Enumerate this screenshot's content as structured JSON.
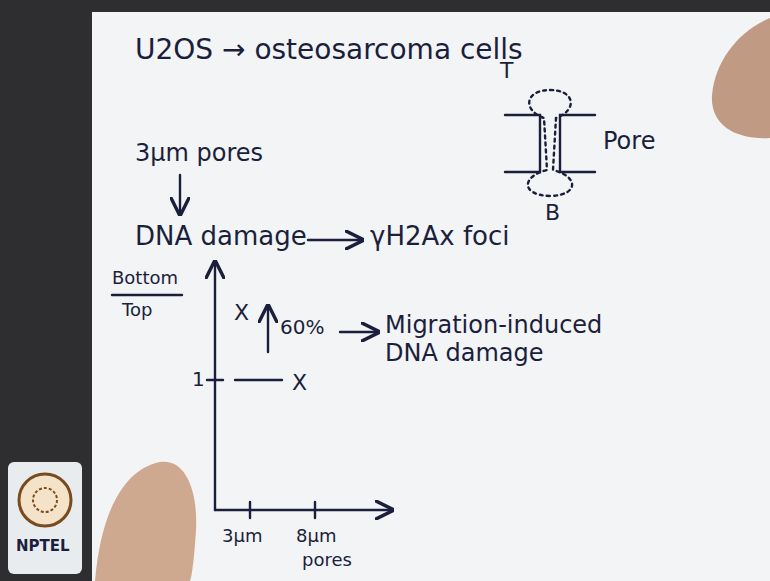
{
  "diagram": {
    "labels": [
      "U2OS → osteosarcoma cells",
      "T",
      "Pore",
      "B",
      "3μm pores",
      "DNA damage",
      "γH2Ax foci",
      "Bottom",
      "Top",
      "X",
      "60%",
      "Migration-induced DNA damage",
      "1",
      "X",
      "3μm",
      "8μm",
      "pores",
      "NPTEL"
    ]
  }
}
